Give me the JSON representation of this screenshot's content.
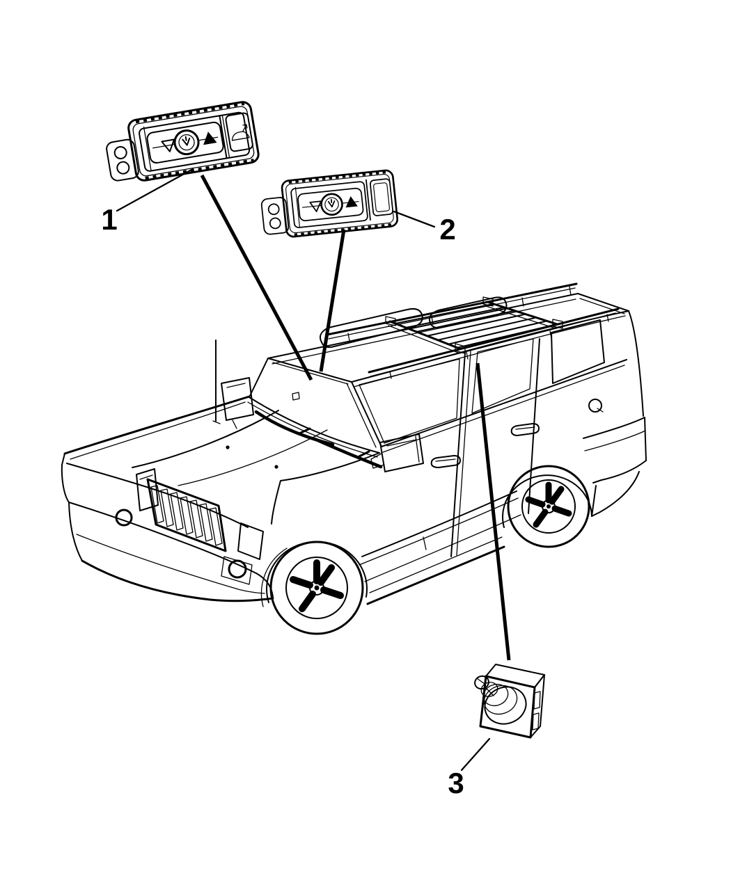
{
  "diagram": {
    "type": "vehicle-parts-callout-illustration",
    "background_color": "#ffffff",
    "line_color": "#000000",
    "callouts": [
      {
        "label": "1",
        "part": "overhead-console-switch-panel-with-flipper-glass-button",
        "points_to": "windshield-header-overhead-console"
      },
      {
        "label": "2",
        "part": "overhead-console-switch-panel",
        "points_to": "front-roof-overhead-console"
      },
      {
        "label": "3",
        "part": "plunger-switch",
        "points_to": "side-roof-rail-area"
      }
    ],
    "switch_face_icons": [
      "triangle-down-open",
      "round-button-chevron",
      "triangle-up-filled",
      "liftgate-open-glass"
    ],
    "vehicle": {
      "description": "SUV line drawing, front three-quarter view",
      "features": [
        "roof-rack-with-crossbars",
        "sunroof-panels",
        "seven-slot-grille",
        "round-fog-lamps",
        "five-spoke-wheels",
        "fender-antenna"
      ]
    }
  }
}
